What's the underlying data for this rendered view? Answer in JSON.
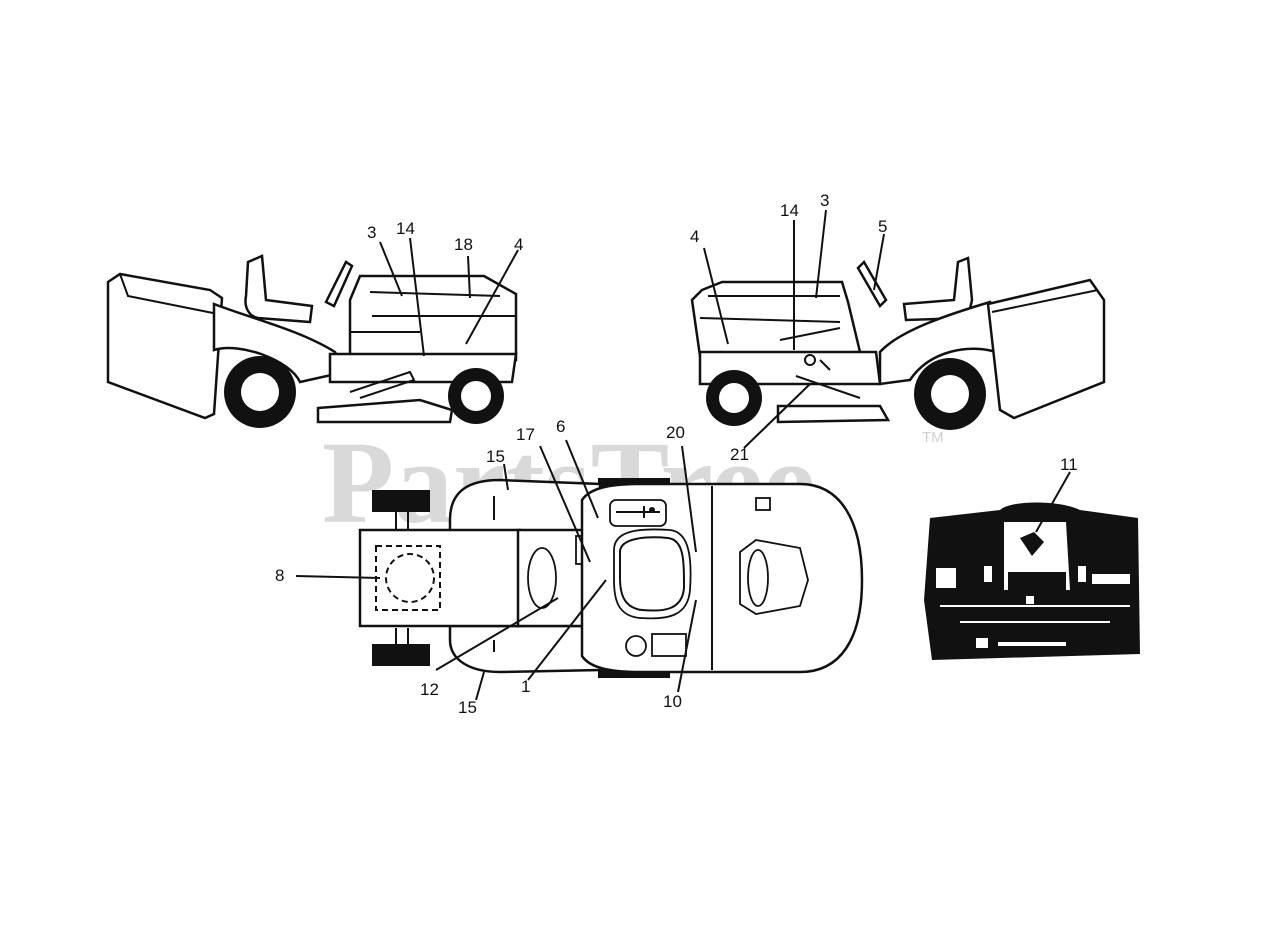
{
  "watermark": {
    "text": "PartsTree",
    "trademark": "TM"
  },
  "callouts": {
    "left_view": [
      "3",
      "14",
      "18",
      "4"
    ],
    "right_view": [
      "4",
      "14",
      "3",
      "5",
      "21"
    ],
    "top_view": [
      "15",
      "17",
      "6",
      "20",
      "8",
      "12",
      "1",
      "15",
      "10"
    ],
    "panel_view": [
      "11"
    ]
  }
}
